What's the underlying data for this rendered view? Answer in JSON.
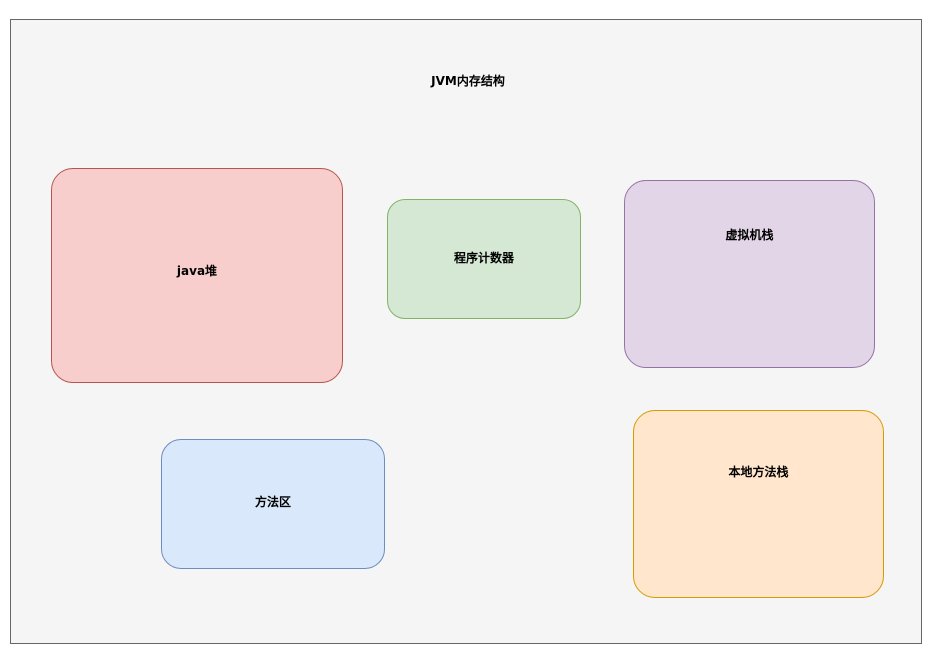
{
  "diagram": {
    "title": "JVM内存结构",
    "boxes": {
      "heap": {
        "label": "java堆",
        "fill": "#f8cecc",
        "stroke": "#b85450"
      },
      "program_counter": {
        "label": "程序计数器",
        "fill": "#d5e8d4",
        "stroke": "#82b366"
      },
      "vm_stack": {
        "label": "虚拟机栈",
        "fill": "#e1d5e7",
        "stroke": "#9673a6"
      },
      "method_area": {
        "label": "方法区",
        "fill": "#dae8fc",
        "stroke": "#6c8ebf"
      },
      "native_method_stack": {
        "label": "本地方法栈",
        "fill": "#ffe6cc",
        "stroke": "#d79b00"
      }
    },
    "container": {
      "fill": "#f5f5f5",
      "stroke": "#666666"
    }
  }
}
